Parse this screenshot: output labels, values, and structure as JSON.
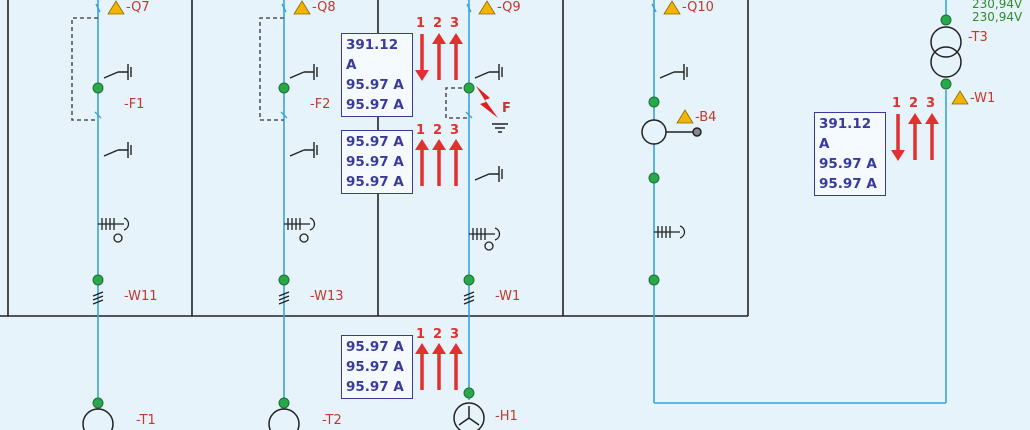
{
  "labels": {
    "q7": "-Q7",
    "q8": "-Q8",
    "q9": "-Q9",
    "q10": "-Q10",
    "f1": "-F1",
    "f2": "-F2",
    "f": "F",
    "w11": "-W11",
    "w13": "-W13",
    "w1_mid": "-W1",
    "w1_right": "-W1",
    "b4": "-B4",
    "t1": "-T1",
    "t2": "-T2",
    "t3": "-T3",
    "h1": "-H1",
    "v_top": "230,94V",
    "v_bottom": "230,94V"
  },
  "meters": [
    {
      "id": "meter-q9",
      "values": [
        "391.12 A",
        "95.97 A",
        "95.97 A"
      ],
      "directions": [
        "down",
        "up",
        "up"
      ]
    },
    {
      "id": "meter-w1-mid",
      "values": [
        "95.97 A",
        "95.97 A",
        "95.97 A"
      ],
      "directions": [
        "up",
        "up",
        "up"
      ]
    },
    {
      "id": "meter-h1",
      "values": [
        "95.97 A",
        "95.97 A",
        "95.97 A"
      ],
      "directions": [
        "up",
        "up",
        "up"
      ]
    },
    {
      "id": "meter-w1-right",
      "values": [
        "391.12 A",
        "95.97 A",
        "95.97 A"
      ],
      "directions": [
        "down",
        "up",
        "up"
      ]
    }
  ],
  "phases": [
    "1",
    "2",
    "3"
  ],
  "colors": {
    "wire": "#3aa5d8",
    "frame": "#222222",
    "node": "#27a84a",
    "label": "#c0392b",
    "meter_border": "#3a3a9a",
    "arrow": "#e03030",
    "warning": "#f2b400",
    "voltage": "#2e8b2e"
  }
}
